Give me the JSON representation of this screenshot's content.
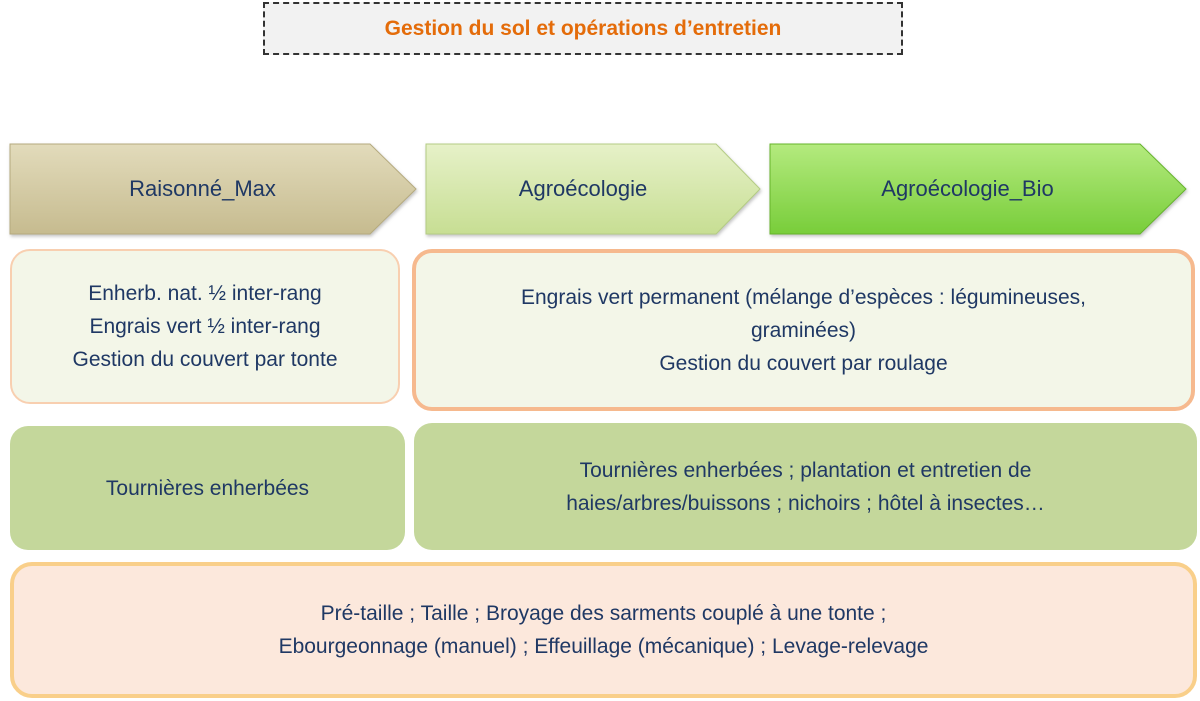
{
  "title": "Gestion du sol et opérations d’entretien",
  "stages": [
    {
      "label": "Raisonné_Max",
      "color_light": "#e2dbbb",
      "color_dark": "#c6bb8f"
    },
    {
      "label": "Agroécologie",
      "color_light": "#e6f1c8",
      "color_dark": "#c7de93"
    },
    {
      "label": "Agroécologie_Bio",
      "color_light": "#b4ea7e",
      "color_dark": "#78cd3a"
    }
  ],
  "enherbement": {
    "raisonne": [
      "Enherb. nat. ½ inter-rang",
      "Engrais vert ½ inter-rang",
      "Gestion du couvert par tonte"
    ],
    "agroecologie": [
      "Engrais vert permanent (mélange d’espèces : légumineuses,",
      "graminées)",
      "Gestion du couvert par roulage"
    ]
  },
  "tournieres": {
    "raisonne": [
      "Tournières enherbées"
    ],
    "agroecologie": [
      "Tournières enherbées ; plantation et entretien de",
      "haies/arbres/buissons ; nichoirs ; hôtel à insectes…"
    ]
  },
  "operations": [
    "Pré-taille ; Taille ; Broyage des sarments couplé à une tonte ;",
    "Ebourgeonnage (manuel) ; Effeuillage (mécanique) ; Levage-relevage"
  ],
  "colors": {
    "title": "#e46c0a",
    "text": "#1f3864",
    "green_box": "#c4d79b",
    "peach_box": "#fce8dc"
  }
}
